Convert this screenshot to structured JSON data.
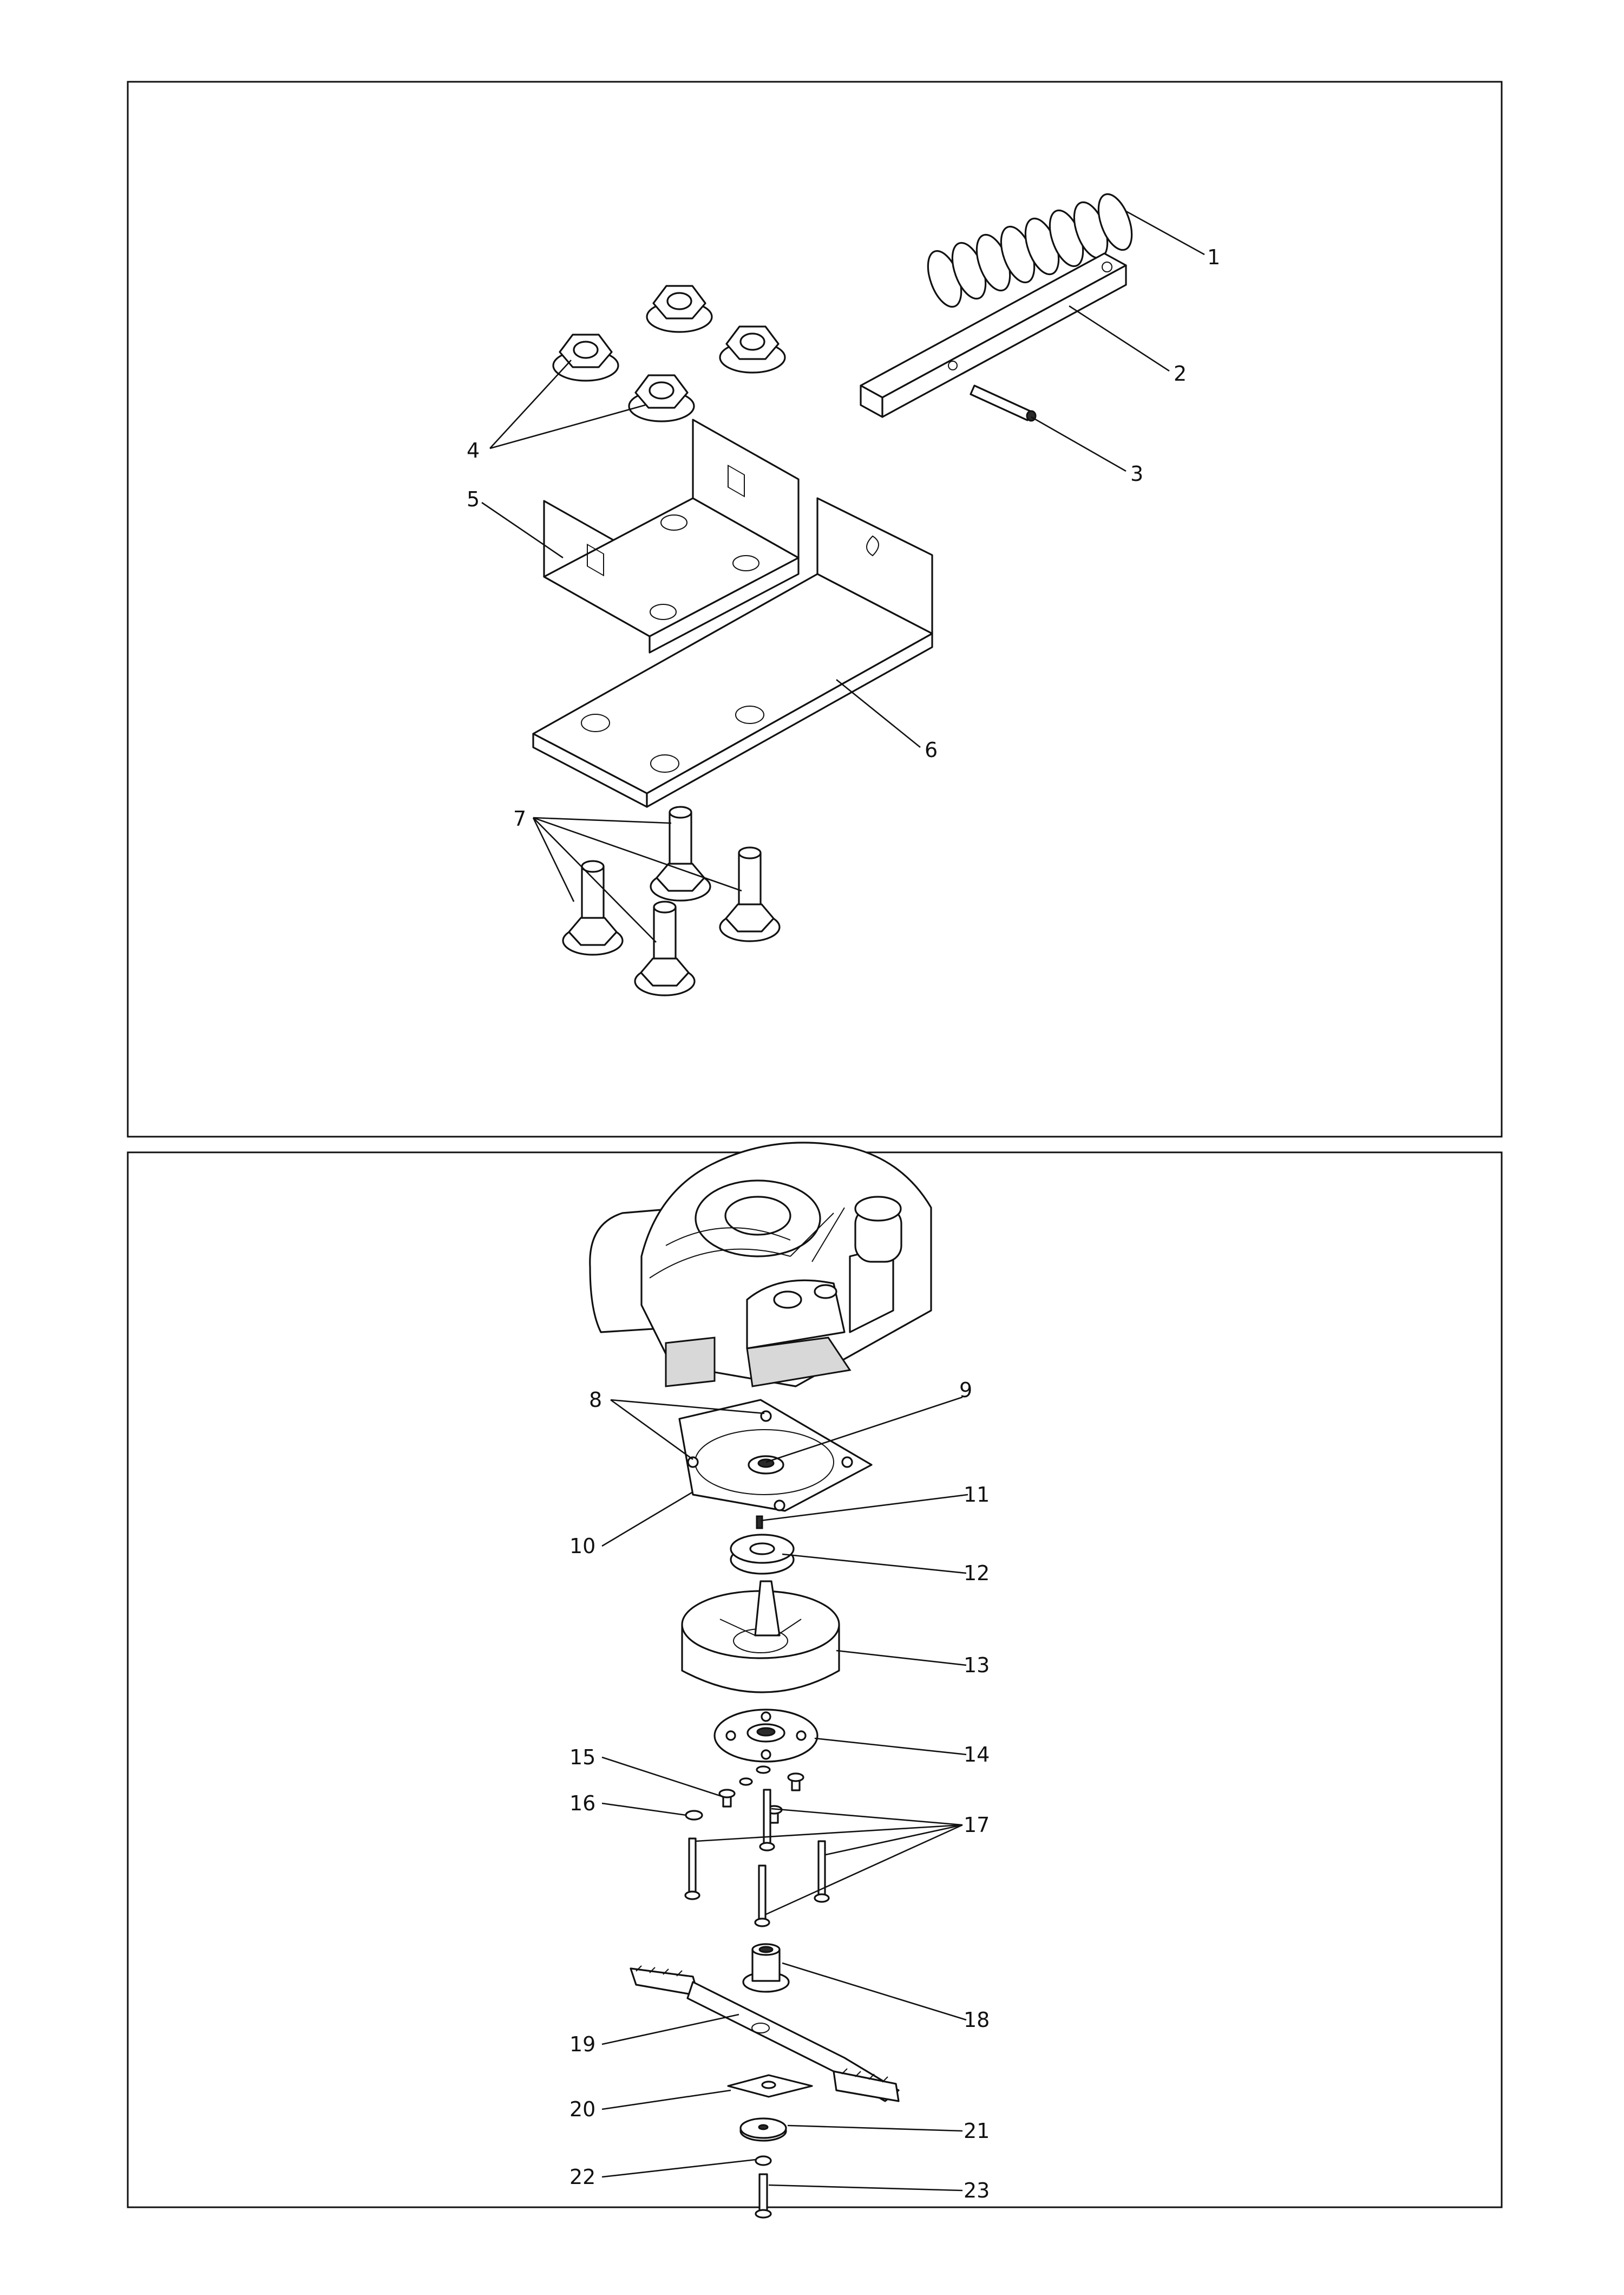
{
  "panels": [
    {
      "id": "top",
      "callouts": [
        {
          "label": "1"
        },
        {
          "label": "2"
        },
        {
          "label": "3"
        },
        {
          "label": "4"
        },
        {
          "label": "5"
        },
        {
          "label": "6"
        },
        {
          "label": "7"
        }
      ]
    },
    {
      "id": "bottom",
      "callouts": [
        {
          "label": "8"
        },
        {
          "label": "9"
        },
        {
          "label": "10"
        },
        {
          "label": "11"
        },
        {
          "label": "12"
        },
        {
          "label": "13"
        },
        {
          "label": "14"
        },
        {
          "label": "15"
        },
        {
          "label": "16"
        },
        {
          "label": "17"
        },
        {
          "label": "18"
        },
        {
          "label": "19"
        },
        {
          "label": "20"
        },
        {
          "label": "21"
        },
        {
          "label": "22"
        },
        {
          "label": "23"
        }
      ]
    }
  ]
}
